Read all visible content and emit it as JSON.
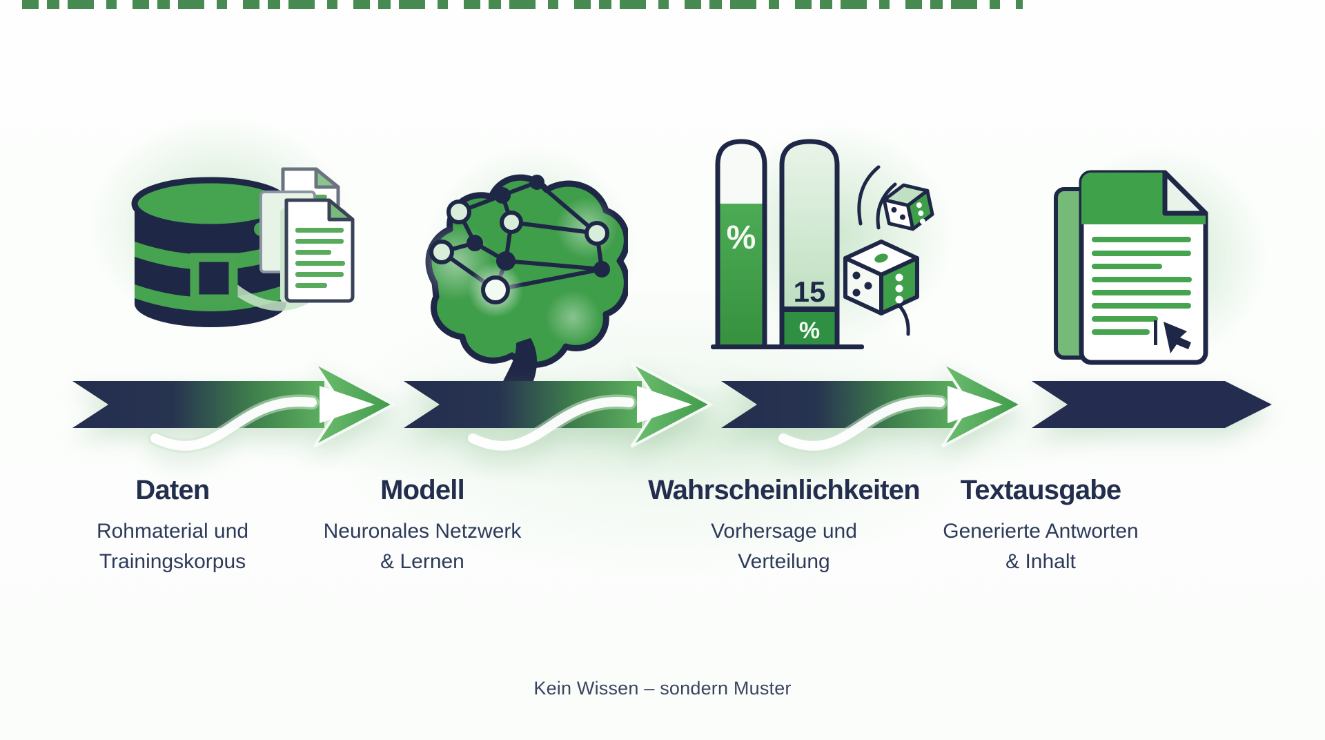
{
  "stages": [
    {
      "title": "Daten",
      "subtitle": [
        "Rohmaterial und",
        "Trainingskorpus"
      ],
      "icon": "database-documents-icon"
    },
    {
      "title": "Modell",
      "subtitle": [
        "Neuronales Netzwerk",
        "& Lernen"
      ],
      "icon": "brain-neural-network-icon"
    },
    {
      "title": "Wahrscheinlichkeiten",
      "subtitle": [
        "Vorhersage und",
        "Verteilung"
      ],
      "icon": "probability-bars-dice-icon",
      "probability": {
        "bar1_label": "%",
        "bar2_value": "15",
        "bar2_label": "%"
      }
    },
    {
      "title": "Textausgabe",
      "subtitle": [
        "Generierte Antworten",
        "& Inhalt"
      ],
      "icon": "document-output-icon"
    }
  ],
  "footer": {
    "caption": "Kein Wissen – sondern Muster"
  },
  "colors": {
    "navy": "#222b4d",
    "green": "#44a04e",
    "green_dark": "#2e8f42",
    "green_light": "#cde7cd",
    "title_text": "#232e4e"
  }
}
